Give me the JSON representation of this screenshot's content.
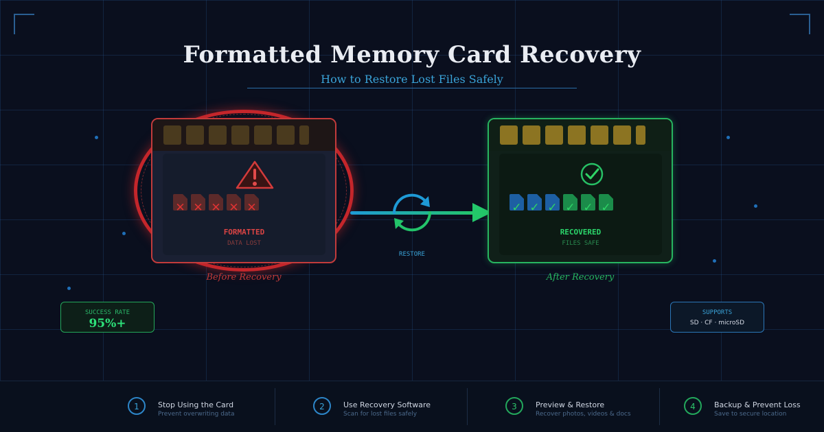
{
  "header": {
    "title": "Formatted Memory Card Recovery",
    "subtitle": "How to Restore Lost Files Safely"
  },
  "before_card": {
    "status": "FORMATTED",
    "status_sub": "DATA LOST",
    "caption": "Before Recovery",
    "icon": "warning-triangle-icon",
    "file_count": 5
  },
  "after_card": {
    "status": "RECOVERED",
    "status_sub": "FILES SAFE",
    "caption": "After Recovery",
    "icon": "check-circle-icon",
    "file_count": 6
  },
  "transition": {
    "label": "RESTORE",
    "icon": "refresh-cycle-icon"
  },
  "badges": {
    "success_label": "SUCCESS RATE",
    "success_value": "95%+",
    "supports_label": "SUPPORTS",
    "supports_value": "SD · CF · microSD"
  },
  "steps": [
    {
      "num": "1",
      "title": "Stop Using the Card",
      "desc": "Prevent overwriting data"
    },
    {
      "num": "2",
      "title": "Use Recovery Software",
      "desc": "Scan for lost files safely"
    },
    {
      "num": "3",
      "title": "Preview & Restore",
      "desc": "Recover photos, videos & docs"
    },
    {
      "num": "4",
      "title": "Backup & Prevent Loss",
      "desc": "Save to secure location"
    }
  ],
  "colors": {
    "background": "#0a0f1e",
    "danger": "#c4262b",
    "success": "#27b560",
    "accent": "#3aa3d8"
  }
}
